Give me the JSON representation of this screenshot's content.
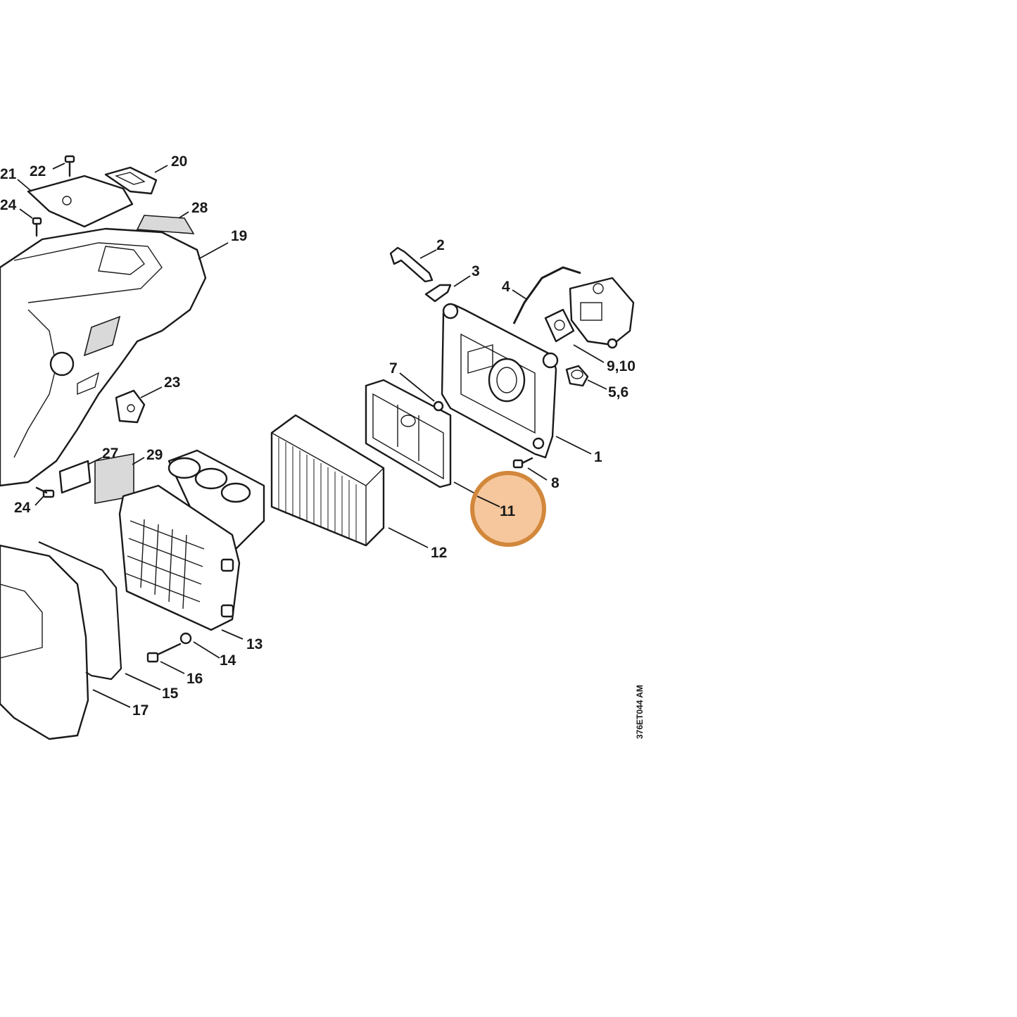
{
  "diagram": {
    "reference_code": "376ET044 AM",
    "highlight": {
      "label": "11",
      "color": "#d2873b",
      "fill": "#f6c79c"
    },
    "callouts": {
      "c1": "1",
      "c2": "2",
      "c3": "3",
      "c4": "4",
      "c56": "5,6",
      "c7": "7",
      "c8": "8",
      "c910": "9,10",
      "c11": "11",
      "c12": "12",
      "c13": "13",
      "c14": "14",
      "c15": "15",
      "c16": "16",
      "c17": "17",
      "c19": "19",
      "c20": "20",
      "c21": "21",
      "c22": "22",
      "c23": "23",
      "c24a": "24",
      "c24b": "24",
      "c27": "27",
      "c28": "28",
      "c29": "29"
    }
  }
}
